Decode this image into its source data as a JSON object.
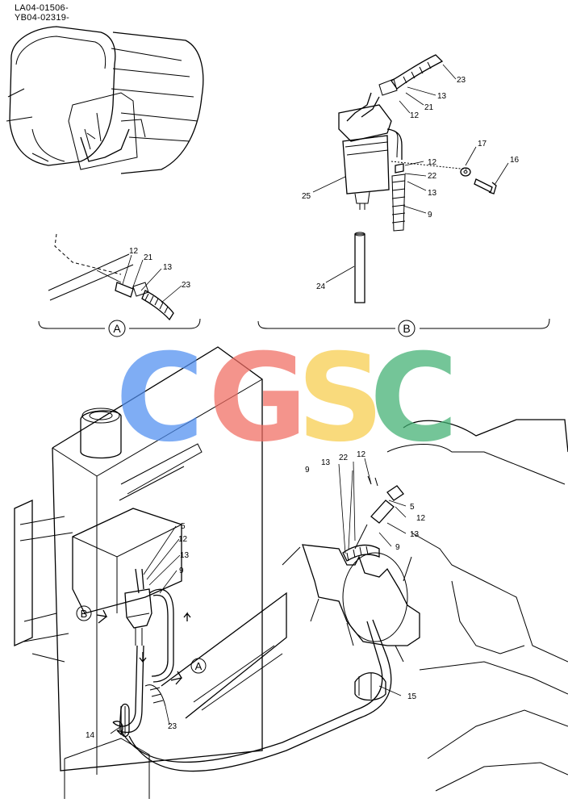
{
  "doc_codes": [
    "LA04-01506-",
    "YB04-02319-"
  ],
  "views": {
    "a": {
      "letter": "A",
      "callouts": [
        "12",
        "21",
        "13",
        "23"
      ]
    },
    "b": {
      "letter": "B",
      "callouts": [
        "23",
        "13",
        "21",
        "12",
        "17",
        "16",
        "12",
        "22",
        "13",
        "9",
        "25",
        "24"
      ]
    }
  },
  "main_callouts": {
    "left": [
      "5",
      "12",
      "13",
      "9",
      "14",
      "23"
    ],
    "right": [
      "9",
      "13",
      "22",
      "12",
      "5",
      "12",
      "13",
      "9",
      "15"
    ],
    "view_refs": [
      "B",
      "A"
    ]
  },
  "watermark": {
    "letters": [
      "C",
      "G",
      "S",
      "C"
    ],
    "colors": [
      "#4f8ef0",
      "#f06b61",
      "#f7cc4a",
      "#3fb071"
    ]
  }
}
